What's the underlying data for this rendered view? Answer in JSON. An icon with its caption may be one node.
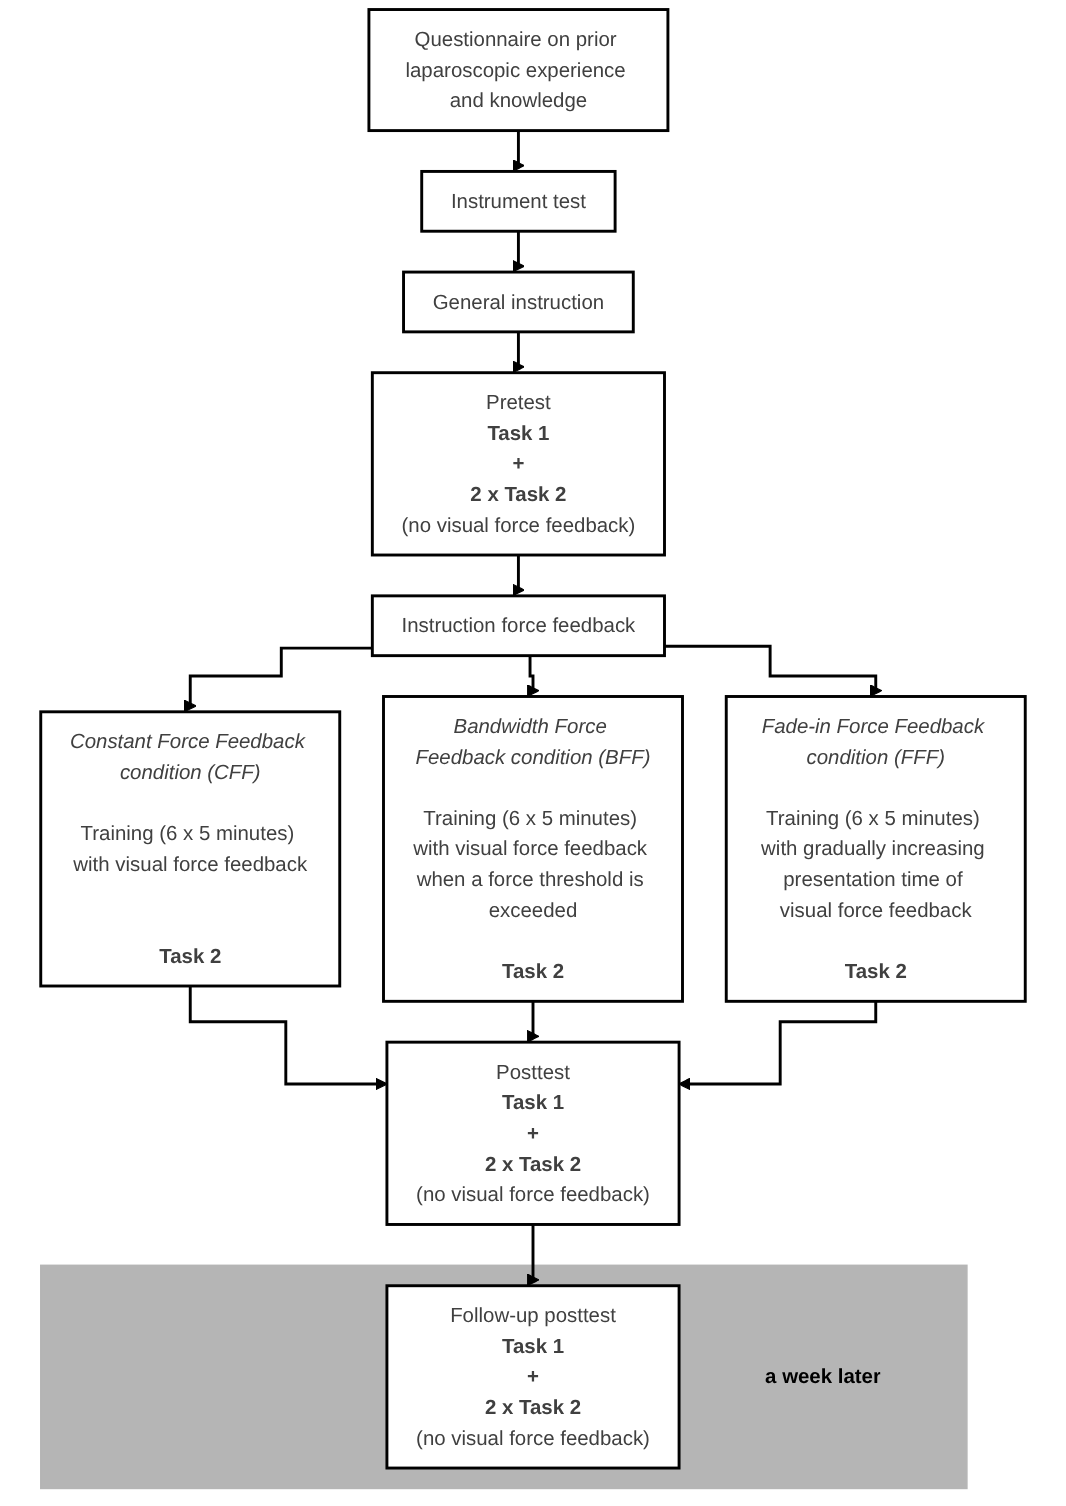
{
  "diagram": {
    "nodes": [
      {
        "text": [
          "Questionnaire on prior laparoscopic experience and knowledge"
        ]
      },
      {
        "text": [
          "Instrument test"
        ]
      },
      {
        "text": [
          "General instruction"
        ]
      },
      {
        "text": [
          "Pretest",
          "Task 1",
          "+",
          "2 x Task 2",
          "(no visual force feedback)"
        ]
      },
      {
        "text": [
          "Instruction force feedback"
        ]
      },
      {
        "text": [
          "Constant Force Feedback condition (CFF)",
          "Training (6 x 5 minutes) with visual force feedback",
          "Task 2"
        ]
      },
      {
        "text": [
          "Bandwidth Force Feedback condition (BFF)",
          "Training (6 x 5 minutes) with visual force feedback when a force threshold is exceeded",
          "Task 2"
        ]
      },
      {
        "text": [
          "Fade-in Force Feedback condition (FFF)",
          "Training (6 x 5 minutes) with gradually increasing presentation time of visual force feedback",
          "Task 2"
        ]
      },
      {
        "text": [
          "Posttest",
          "Task 1",
          "+",
          "2 x Task 2",
          "(no visual force feedback)"
        ]
      },
      {
        "text": [
          "a week later"
        ]
      },
      {
        "text": [
          "Follow-up posttest",
          "Task 1",
          "+",
          "2 x Task 2",
          "(no visual force feedback)"
        ],
        "in": 9
      }
    ],
    "edges": [
      {
        "from": 0,
        "to": 1,
        "arrow": "to"
      },
      {
        "from": 1,
        "to": 2,
        "arrow": "to"
      },
      {
        "from": 2,
        "to": 3,
        "arrow": "to"
      },
      {
        "from": 3,
        "to": 4,
        "arrow": "to"
      },
      {
        "from": 4,
        "to": 5,
        "arrow": "to"
      },
      {
        "from": 4,
        "to": 6,
        "arrow": "to"
      },
      {
        "from": 4,
        "to": 7,
        "arrow": "to"
      },
      {
        "from": 5,
        "to": 8,
        "arrow": "to"
      },
      {
        "from": 6,
        "to": 8,
        "arrow": "to"
      },
      {
        "from": 7,
        "to": 8,
        "arrow": "to"
      },
      {
        "from": 8,
        "to": 10,
        "arrow": "to"
      }
    ]
  }
}
